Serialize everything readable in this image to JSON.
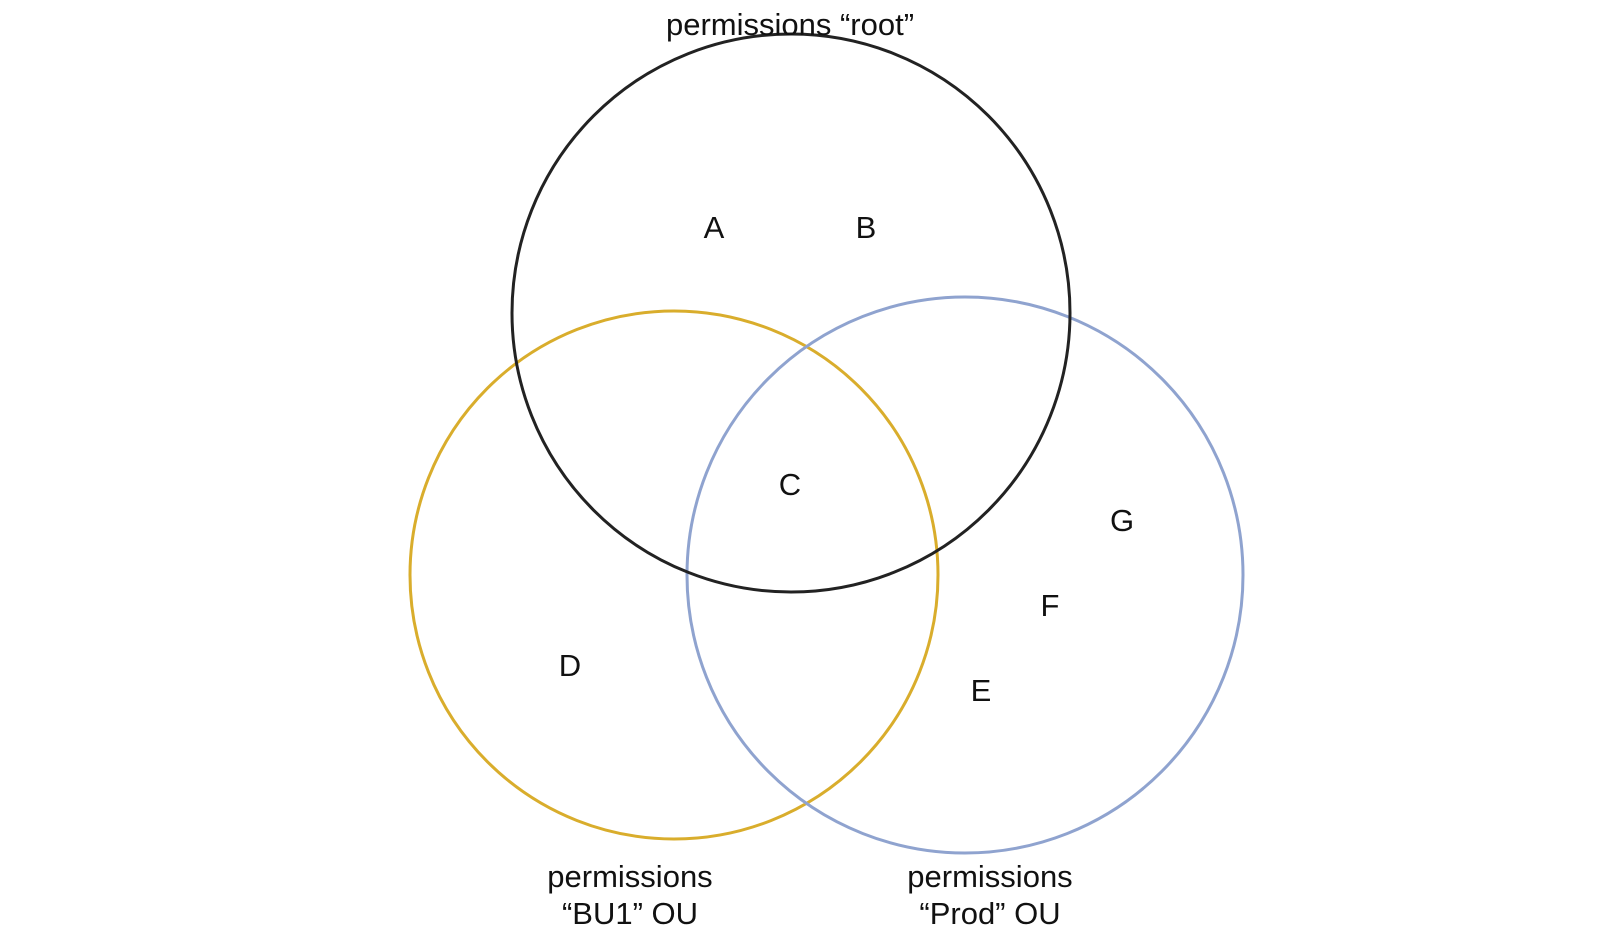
{
  "sets": [
    {
      "id": "root",
      "lines": [
        "permissions “root”"
      ],
      "color": "#222222"
    },
    {
      "id": "bu1",
      "lines": [
        "permissions",
        "“BU1” OU"
      ],
      "color": "#d9ad2c"
    },
    {
      "id": "prod",
      "lines": [
        "permissions",
        "“Prod” OU"
      ],
      "color": "#8fa3cf"
    }
  ],
  "regions": {
    "a": "A",
    "b": "B",
    "c": "C",
    "d": "D",
    "e": "E",
    "f": "F",
    "g": "G"
  }
}
